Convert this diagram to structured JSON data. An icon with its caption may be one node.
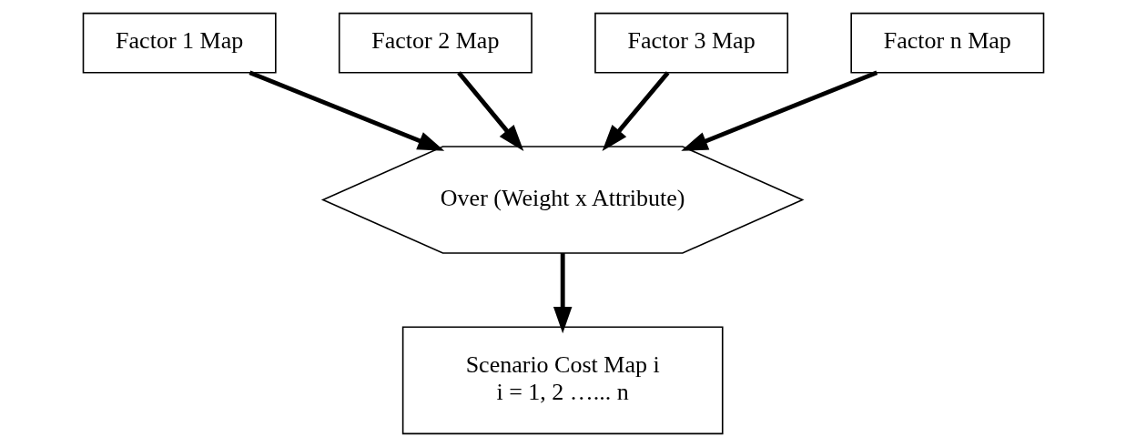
{
  "diagram": {
    "nodes": [
      {
        "text": [
          "Factor 1 Map"
        ]
      },
      {
        "text": [
          "Factor 2 Map"
        ]
      },
      {
        "text": [
          "Factor 3 Map"
        ]
      },
      {
        "text": [
          "Factor n Map"
        ]
      },
      {
        "text": [
          "Over (Weight x Attribute)"
        ]
      },
      {
        "text": [
          "Scenario Cost Map i",
          "i = 1, 2 …... n"
        ]
      }
    ],
    "edges": [
      {
        "from": 0,
        "to": 4,
        "arrow": "to"
      },
      {
        "from": 1,
        "to": 4,
        "arrow": "to"
      },
      {
        "from": 2,
        "to": 4,
        "arrow": "to"
      },
      {
        "from": 3,
        "to": 4,
        "arrow": "to"
      },
      {
        "from": 4,
        "to": 5,
        "arrow": "to"
      }
    ]
  }
}
